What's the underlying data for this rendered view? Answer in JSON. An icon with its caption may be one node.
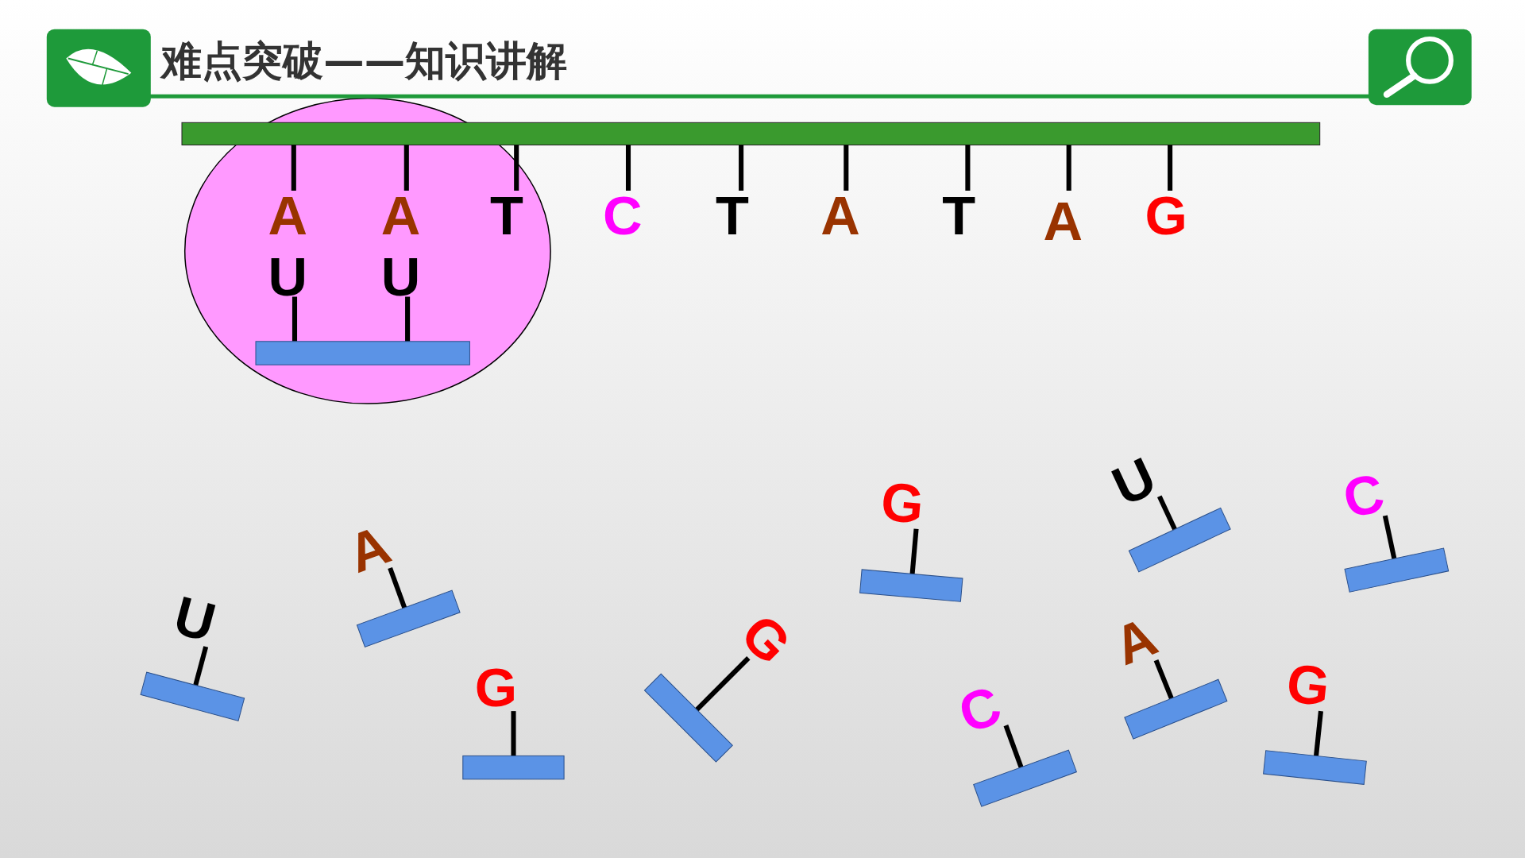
{
  "diagram": {
    "title": "难点突破——知识讲解",
    "labels": [
      "A",
      "A",
      "T",
      "C",
      "T",
      "A",
      "T",
      "A",
      "G",
      "U",
      "U",
      "G",
      "U",
      "C",
      "A",
      "U",
      "G",
      "A",
      "G",
      "C",
      "G"
    ]
  }
}
